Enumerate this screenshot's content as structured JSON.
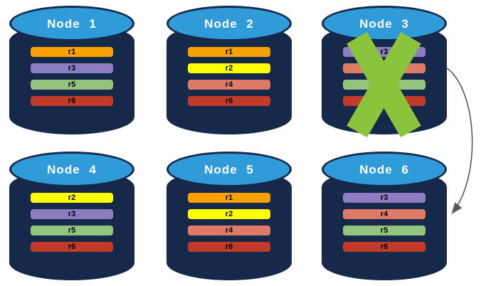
{
  "diagram": {
    "nodes": [
      {
        "label": "Node 1",
        "failed": false,
        "replicas": [
          "r1",
          "r3",
          "r5",
          "r6"
        ]
      },
      {
        "label": "Node 2",
        "failed": false,
        "replicas": [
          "r1",
          "r2",
          "r4",
          "r6"
        ]
      },
      {
        "label": "Node 3",
        "failed": true,
        "replicas": [
          "r3",
          "r4",
          "r5",
          "r6"
        ]
      },
      {
        "label": "Node 4",
        "failed": false,
        "replicas": [
          "r2",
          "r3",
          "r5",
          "r6"
        ]
      },
      {
        "label": "Node 5",
        "failed": false,
        "replicas": [
          "r1",
          "r2",
          "r4",
          "r6"
        ]
      },
      {
        "label": "Node 6",
        "failed": false,
        "replicas": [
          "r3",
          "r4",
          "r5",
          "r6"
        ]
      }
    ],
    "replica_colors": {
      "r1": "#F9A103",
      "r2": "#FFFF00",
      "r3": "#8E7CC3",
      "r4": "#DF7A68",
      "r5": "#93C47D",
      "r6": "#C23A28"
    },
    "failure_marker": {
      "on_node": "Node 3",
      "color": "#8AC43C"
    },
    "arrow": {
      "from": "Node 3",
      "to": "Node 6",
      "color": "#595959"
    },
    "colors": {
      "background": "#FFFFFF",
      "cylinder_body": "#16294B",
      "cylinder_top": "#2F9CD9",
      "node_title_text": "#FFFFFF",
      "replica_label_text": "#000000"
    }
  }
}
